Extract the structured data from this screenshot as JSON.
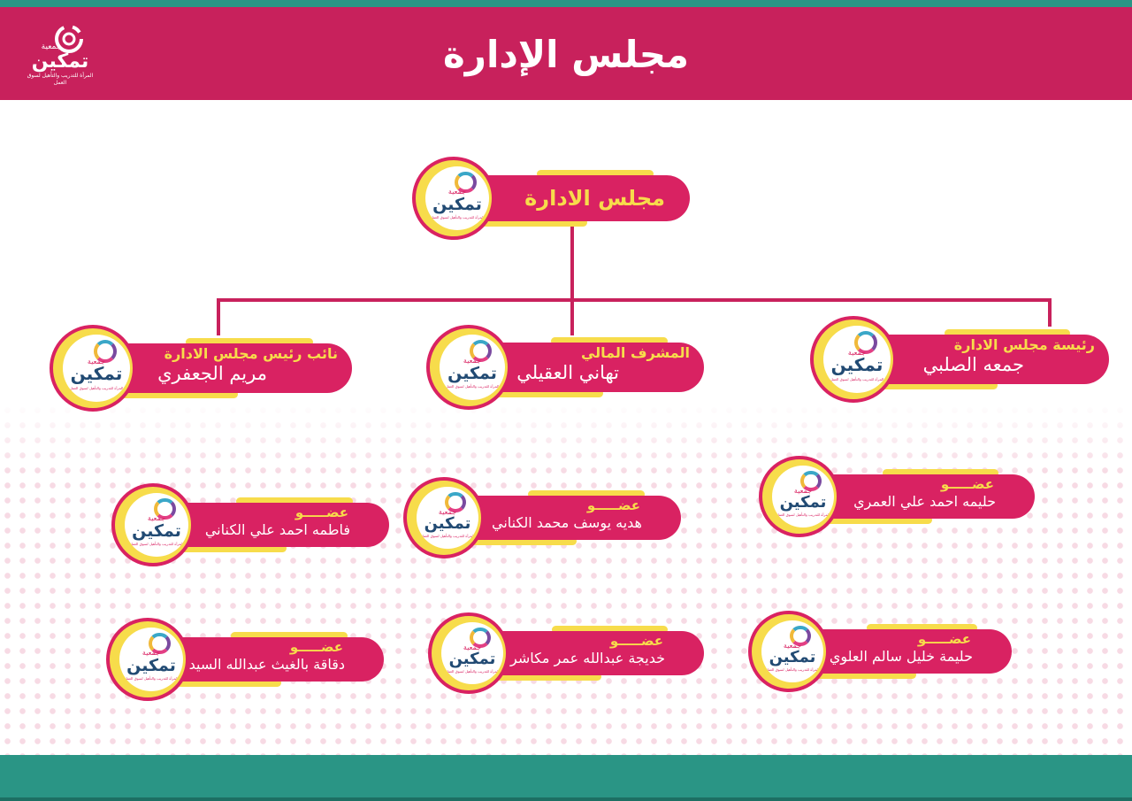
{
  "header": {
    "title": "مجلس الإدارة",
    "logo": {
      "top_word": "جمعية",
      "word": "تمكين",
      "subtitle": "المرأة للتدريب والتأهيل لسوق العمل"
    }
  },
  "card_logo": {
    "top_word": "جمعية",
    "word": "تمكين",
    "subtitle": "المرأة للتدريب والتأهيل لسوق العمل"
  },
  "chart": {
    "root": {
      "title": "مجلس الادارة"
    },
    "officers": [
      {
        "role": "رئيسة مجلس الادارة",
        "name": "جمعه الصلبي"
      },
      {
        "role": "المشرف المالي",
        "name": "تهاني العقيلي"
      },
      {
        "role": "نائب رئيس مجلس الادارة",
        "name": "مريم الجعفري"
      }
    ],
    "members": [
      {
        "role": "عضـــــو",
        "name": "حليمه احمد علي العمري"
      },
      {
        "role": "عضـــــو",
        "name": "هديه يوسف محمد الكناني"
      },
      {
        "role": "عضـــــو",
        "name": "فاطمه احمد علي الكناني"
      },
      {
        "role": "عضـــــو",
        "name": "حليمة خليل سالم العلوي"
      },
      {
        "role": "عضـــــو",
        "name": "خديجة عبدالله عمر مكاشر"
      },
      {
        "role": "عضـــــو",
        "name": "دقاقة بالغيث عبدالله السيد"
      }
    ]
  },
  "colors": {
    "primary": "#c8215c",
    "accent": "#f7dc4b",
    "teal": "#2a9585"
  }
}
